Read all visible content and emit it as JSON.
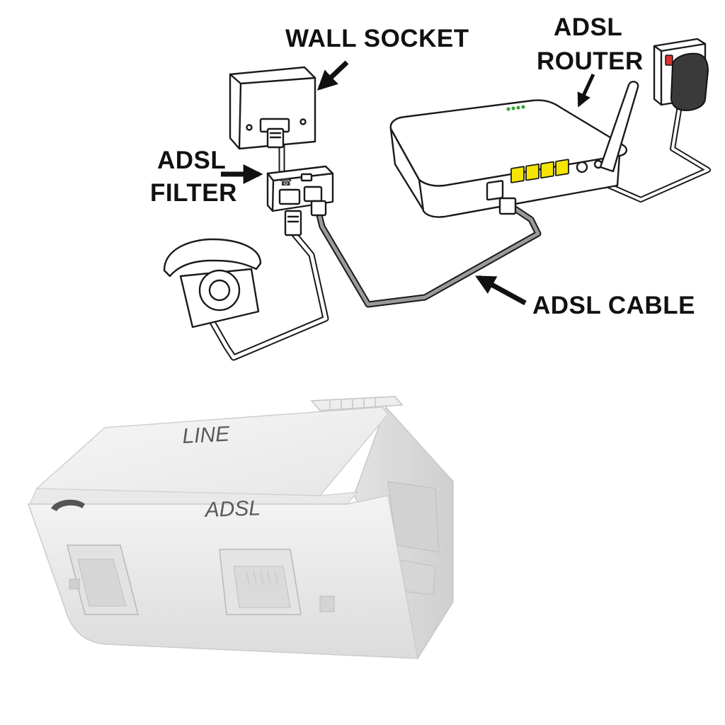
{
  "labels": {
    "wall_socket": "WALL SOCKET",
    "adsl_router_line1": "ADSL",
    "adsl_router_line2": "ROUTER",
    "adsl_filter_line1": "ADSL",
    "adsl_filter_line2": "FILTER",
    "adsl_cable": "ADSL CABLE"
  },
  "product": {
    "line_label": "LINE",
    "adsl_label": "ADSL",
    "phone_icon": "handset-icon"
  },
  "colors": {
    "ethernet_ports": "#f5e400",
    "router_leds": "#3aa63a",
    "power_switch": "#d8322a",
    "adsl_cable": "#9a9a9a",
    "phone_cable": "#ffffff"
  }
}
